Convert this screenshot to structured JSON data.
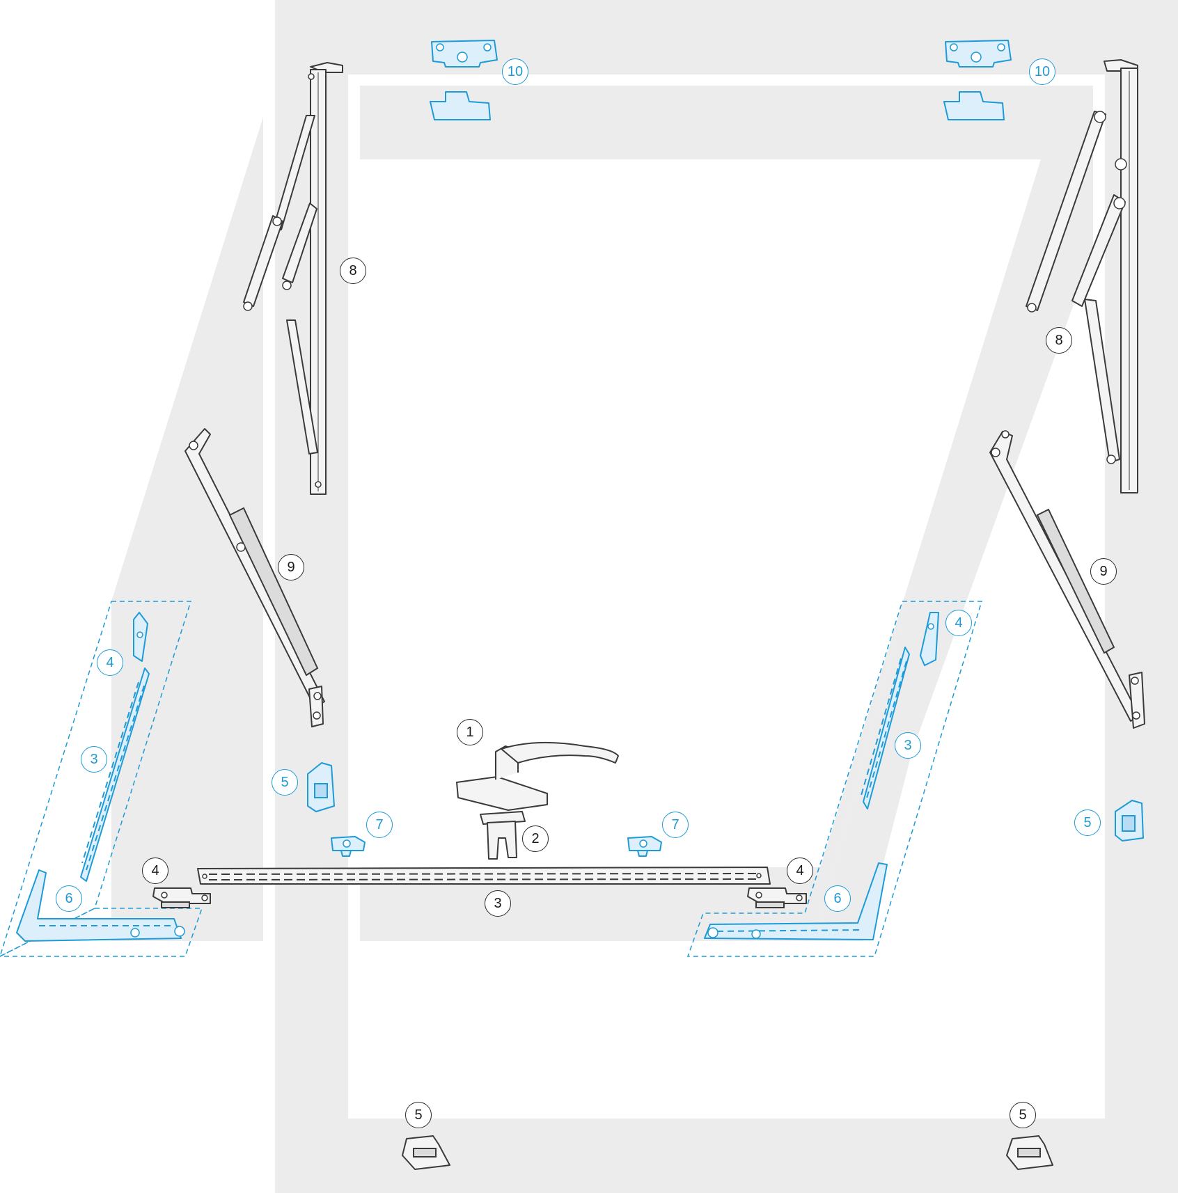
{
  "palette": {
    "frame_fill": "#ececec",
    "part_outline": "#3a3a3a",
    "highlight_blue": "#1e9bd7",
    "background": "#ffffff"
  },
  "callouts": [
    {
      "id": "c1",
      "label": "1",
      "color": "black"
    },
    {
      "id": "c2",
      "label": "2",
      "color": "black"
    },
    {
      "id": "c3-bottom",
      "label": "3",
      "color": "black"
    },
    {
      "id": "c3-left",
      "label": "3",
      "color": "blue"
    },
    {
      "id": "c3-right",
      "label": "3",
      "color": "blue"
    },
    {
      "id": "c4-left-black",
      "label": "4",
      "color": "black"
    },
    {
      "id": "c4-right-black",
      "label": "4",
      "color": "black"
    },
    {
      "id": "c4-left-blue",
      "label": "4",
      "color": "blue"
    },
    {
      "id": "c4-right-blue",
      "label": "4",
      "color": "blue"
    },
    {
      "id": "c5-left-blue",
      "label": "5",
      "color": "blue"
    },
    {
      "id": "c5-right-blue",
      "label": "5",
      "color": "blue"
    },
    {
      "id": "c5-bottom-left",
      "label": "5",
      "color": "black"
    },
    {
      "id": "c5-bottom-right",
      "label": "5",
      "color": "black"
    },
    {
      "id": "c6-left",
      "label": "6",
      "color": "blue"
    },
    {
      "id": "c6-right",
      "label": "6",
      "color": "blue"
    },
    {
      "id": "c7-left",
      "label": "7",
      "color": "blue"
    },
    {
      "id": "c7-right",
      "label": "7",
      "color": "blue"
    },
    {
      "id": "c8-left",
      "label": "8",
      "color": "black"
    },
    {
      "id": "c8-right",
      "label": "8",
      "color": "black"
    },
    {
      "id": "c9-left",
      "label": "9",
      "color": "black"
    },
    {
      "id": "c9-right",
      "label": "9",
      "color": "black"
    },
    {
      "id": "c10-left",
      "label": "10",
      "color": "blue"
    },
    {
      "id": "c10-right",
      "label": "10",
      "color": "blue"
    }
  ],
  "parts": [
    {
      "id": "handle",
      "name": "handle-icon",
      "color": "black"
    },
    {
      "id": "spindle",
      "name": "spindle-icon",
      "color": "black"
    },
    {
      "id": "espag-bar-bottom",
      "name": "espagnolette-bar-icon",
      "color": "black"
    },
    {
      "id": "espag-bar-left",
      "name": "espagnolette-bar-icon",
      "color": "blue"
    },
    {
      "id": "espag-bar-right",
      "name": "espagnolette-bar-icon",
      "color": "blue"
    },
    {
      "id": "keeper-plate",
      "name": "keeper-icon",
      "color": "mixed"
    },
    {
      "id": "corner-drive",
      "name": "corner-drive-icon",
      "color": "blue"
    },
    {
      "id": "mushroom-cam",
      "name": "cam-icon",
      "color": "blue"
    },
    {
      "id": "friction-stay",
      "name": "friction-stay-icon",
      "color": "black"
    },
    {
      "id": "restrictor-arm",
      "name": "restrictor-arm-icon",
      "color": "black"
    },
    {
      "id": "top-keeper",
      "name": "top-keeper-icon",
      "color": "blue"
    }
  ]
}
